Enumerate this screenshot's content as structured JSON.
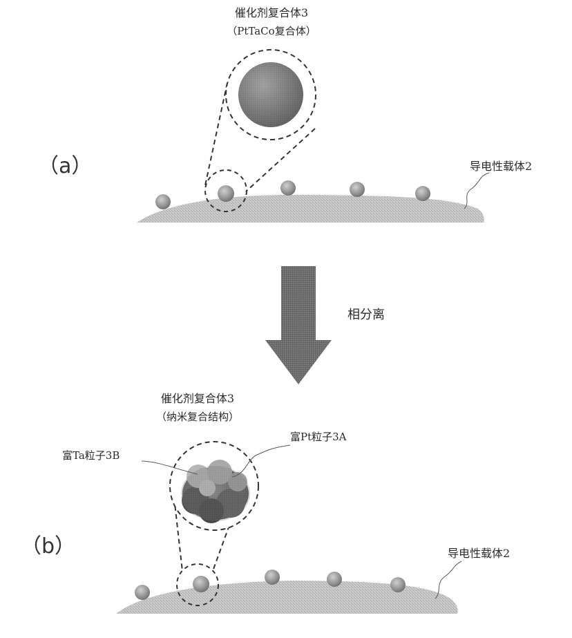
{
  "panel_a": {
    "panel_label": "（a）",
    "catalyst_title": "催化剂复合体3",
    "catalyst_subtitle": "（PtTaCo复合体）",
    "support_label": "导电性载体2"
  },
  "transition": {
    "label": "相分离"
  },
  "panel_b": {
    "panel_label": "（b）",
    "catalyst_title": "催化剂复合体3",
    "catalyst_subtitle": "（纳米复合结构）",
    "pt_rich_label": "富Pt粒子3A",
    "ta_rich_label": "富Ta粒子3B",
    "support_label": "导电性载体2"
  },
  "colors": {
    "support": "#bdbdbd",
    "particle": "#8a8a8a",
    "arrow": "#6f6f6f",
    "outline": "#333333"
  }
}
